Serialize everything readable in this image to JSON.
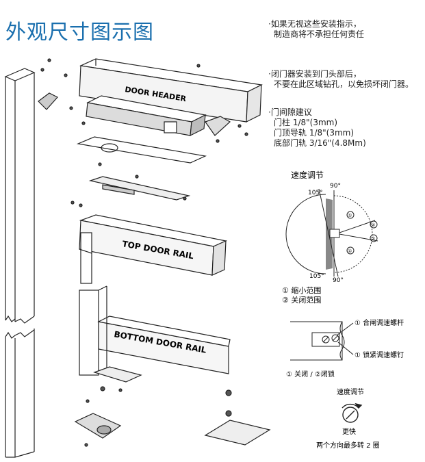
{
  "title": "外观尺寸图示图",
  "notes": {
    "n1_line1": "·如果无视这些安装指示，",
    "n1_line2": "制造商将不承担任何责任",
    "n2_line1": "·闭门器安装到门头部后，",
    "n2_line2": "不要在此区域钻孔，以免损坏闭门器。",
    "n3_line1": "·门间隙建议",
    "n3_line2": "门柱 1/8\"(3mm)",
    "n3_line3": "门顶导轨 1/8\"(3mm)",
    "n3_line4": "底部门轨 3/16\"(4.8Mm)"
  },
  "speed": {
    "title": "速度调节",
    "deg_105_top": "105°",
    "deg_90_top": "90°",
    "deg_105_bottom": "105°",
    "deg_90_bottom": "90°",
    "circle1": "①",
    "circle2": "②",
    "legend1": "① 缩小范围",
    "legend2": "② 关闭范围"
  },
  "valve": {
    "label1": "① 合闸调速螺杆",
    "label2": "① 锁紧调速螺钉",
    "caption": "① 关闭 / ②闭锁"
  },
  "rotation": {
    "title": "速度调节",
    "faster": "更快",
    "note": "两个方向最多转 2 圈"
  },
  "parts": {
    "door_header": "DOOR HEADER",
    "top_door_rail": "TOP DOOR RAIL",
    "bottom_door_rail": "BOTTOM DOOR RAIL"
  }
}
